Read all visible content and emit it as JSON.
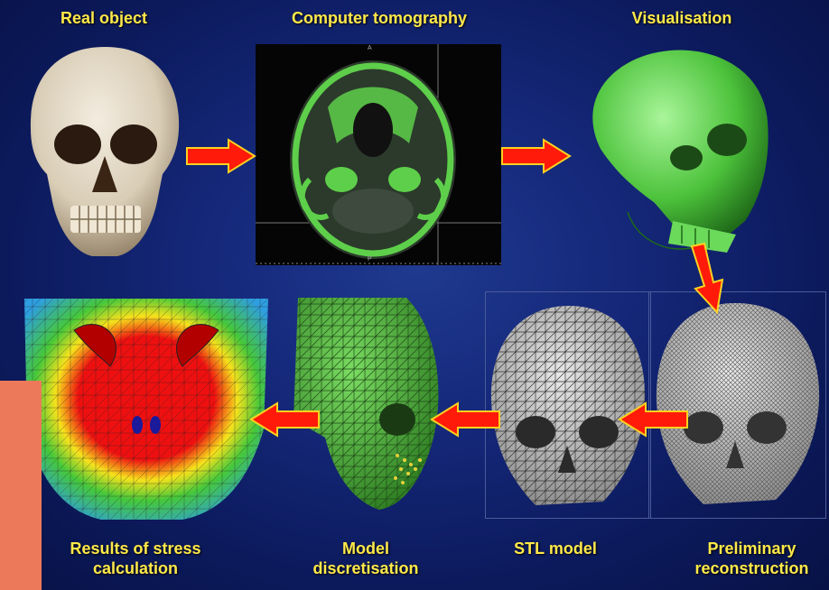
{
  "stages": {
    "real_object": "Real object",
    "computer_tomography": "Computer tomography",
    "visualisation": "Visualisation",
    "preliminary_reconstruction_line1": "Preliminary",
    "preliminary_reconstruction_line2": "reconstruction",
    "stl_model": "STL model",
    "model_discretisation_line1": "Model",
    "model_discretisation_line2": "discretisation",
    "results_line1": "Results of stress",
    "results_line2": "calculation"
  },
  "ct_markers": {
    "top": "A",
    "bottom": "P"
  },
  "colors": {
    "label": "#ffe94a",
    "arrow": "#ff1a0a",
    "arrow_outline": "#ffd21f",
    "background": "#15287a",
    "ct_green": "#5ecf4a",
    "mesh_green": "#49b93a",
    "mesh_gray": "#c8c8c8",
    "stress_red": "#ee1010",
    "side_bar": "#ec7a5a"
  }
}
